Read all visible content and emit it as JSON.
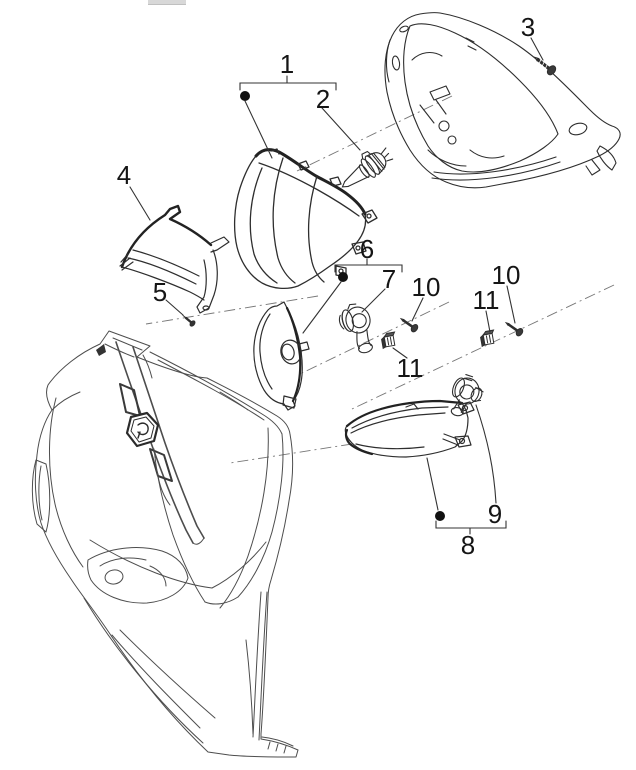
{
  "figure": {
    "background": "#ffffff",
    "line_color": "#2e2e2e",
    "shield_line_color": "#4d4d4d",
    "centerline_color": "#777777",
    "text_color": "#151515",
    "callouts": [
      {
        "label": "1"
      },
      {
        "label": "2"
      },
      {
        "label": "3"
      },
      {
        "label": "4"
      },
      {
        "label": "5"
      },
      {
        "label": "6"
      },
      {
        "label": "7"
      },
      {
        "label": "10"
      },
      {
        "label": "11"
      },
      {
        "label": "10"
      },
      {
        "label": "11"
      },
      {
        "label": "8"
      },
      {
        "label": "9"
      }
    ]
  }
}
